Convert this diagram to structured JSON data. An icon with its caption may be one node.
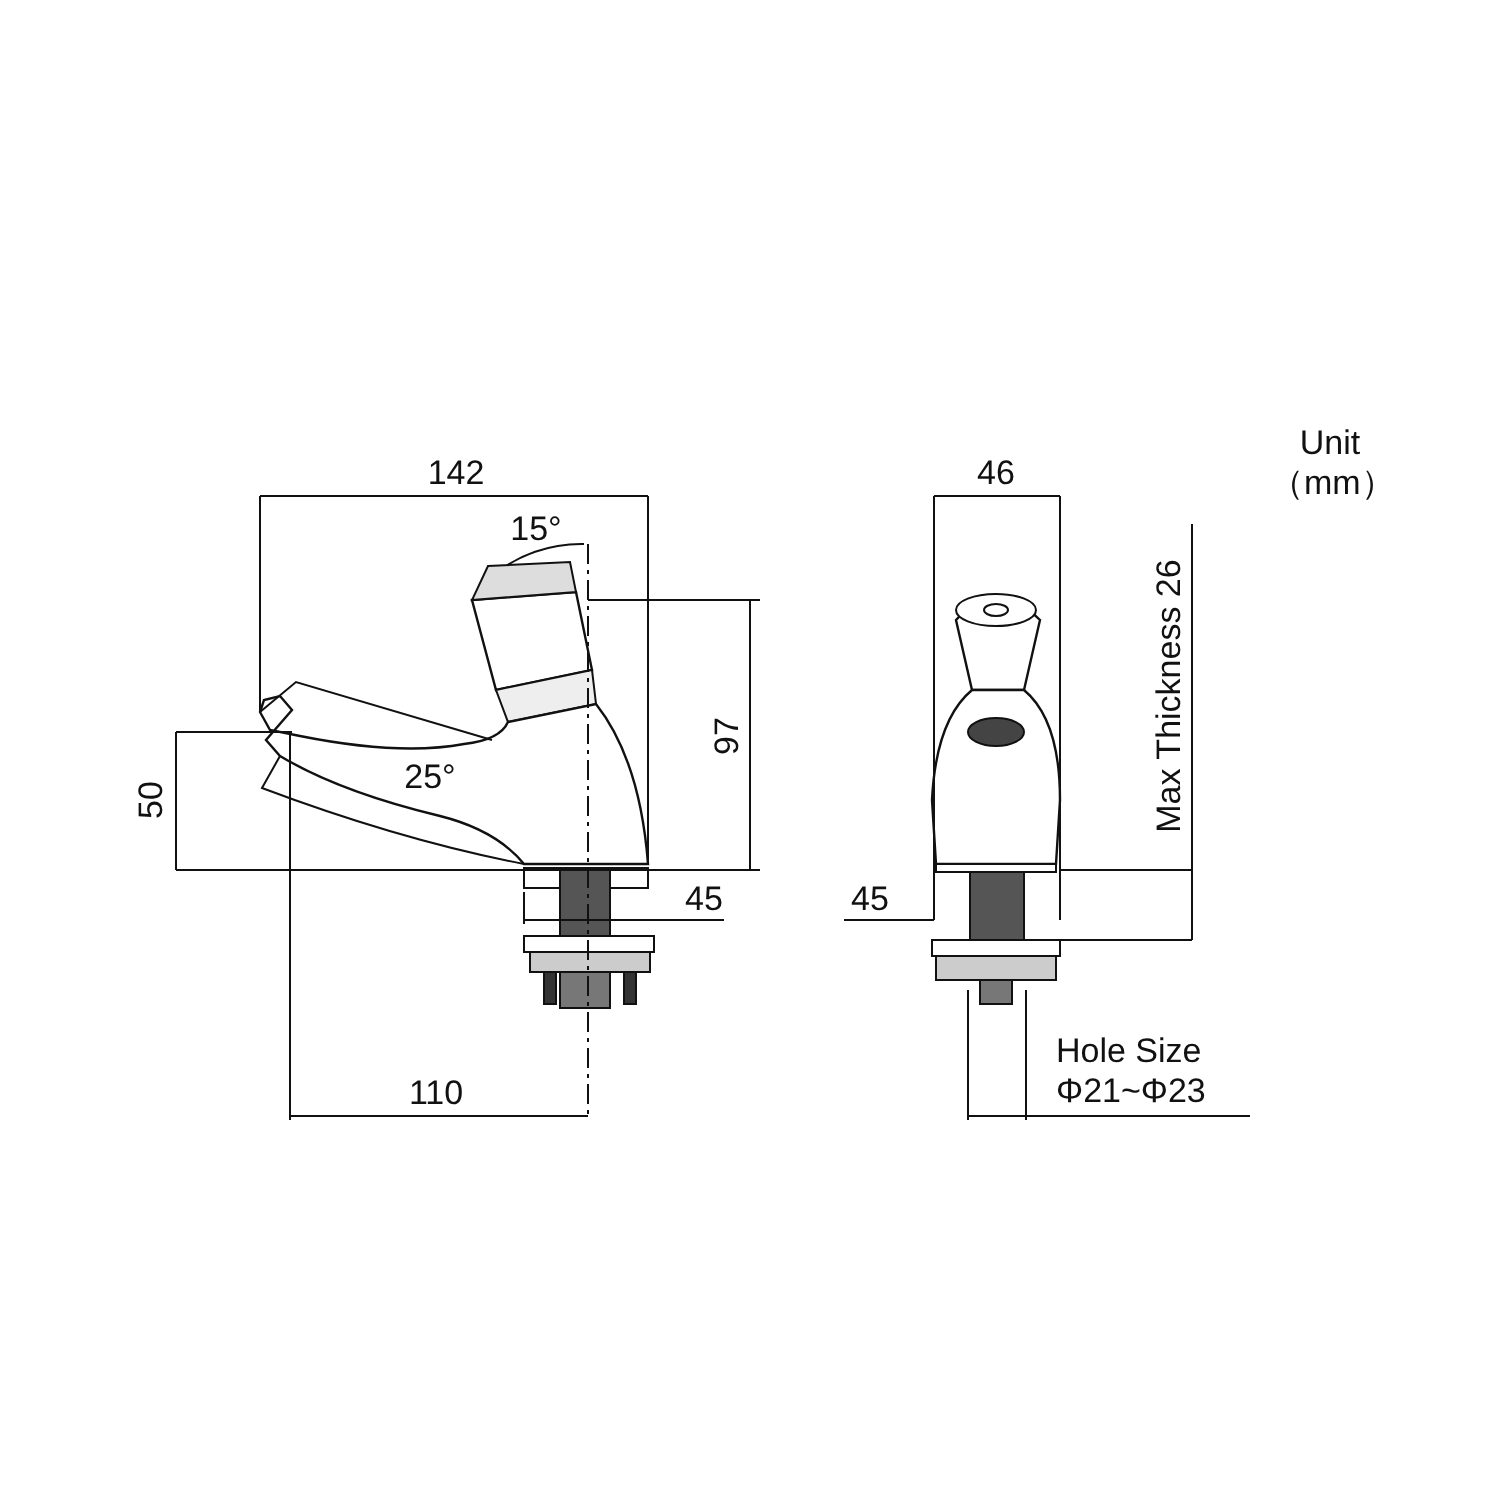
{
  "diagram": {
    "labels": [
      "142",
      "46",
      "Unit （mm）",
      "15°",
      "Max Thickness 26",
      "97",
      "50",
      "25°",
      "45",
      "45",
      "Hole Size Φ21~Φ23",
      "110"
    ]
  }
}
